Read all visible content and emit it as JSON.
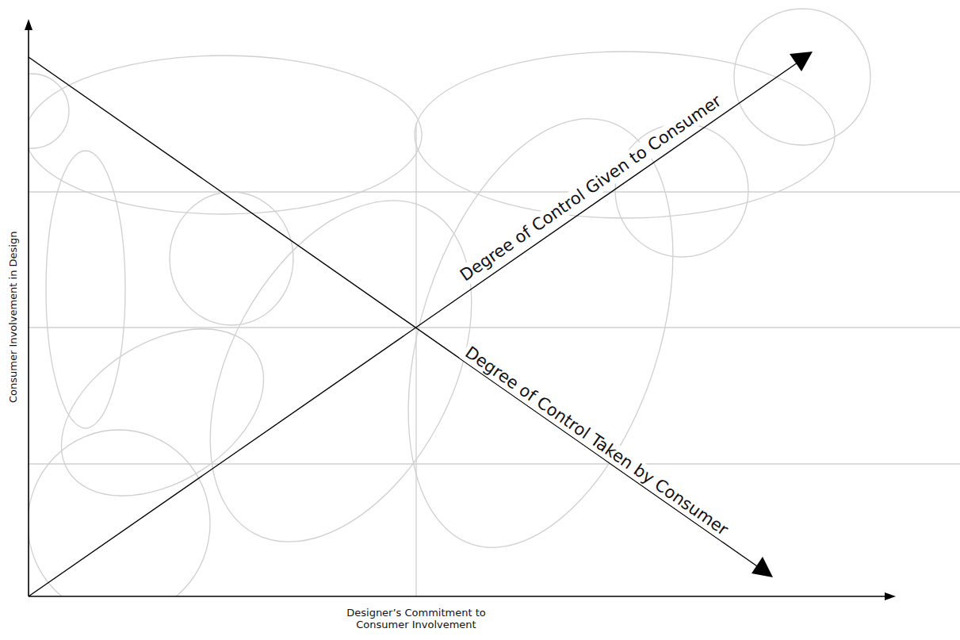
{
  "diagram": {
    "labels": [
      "Degree of Control Given to Consumer",
      "Degree of Control Taken by Consumer",
      "Consumer Involvement in Design",
      "Designer’s Commitment to Consumer Involvement"
    ]
  }
}
